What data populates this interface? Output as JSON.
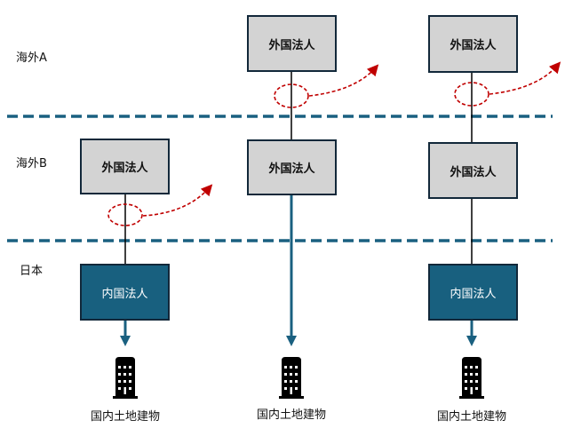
{
  "regions": {
    "overseas_a": "海外A",
    "overseas_b": "海外B",
    "japan": "日本"
  },
  "entities": {
    "col1_overseas_b": "外国法人",
    "col1_japan": "内国法人",
    "col2_overseas_a": "外国法人",
    "col2_overseas_b": "外国法人",
    "col3_overseas_a": "外国法人",
    "col3_overseas_b": "外国法人",
    "col3_japan": "内国法人"
  },
  "assets": {
    "col1": "国内土地建物",
    "col2": "国内土地建物",
    "col3": "国内土地建物"
  },
  "colors": {
    "boundary_line": "#1a6080",
    "foreign_box": "#d3d3d3",
    "domestic_box": "#18607f",
    "transfer_marker": "#c00000"
  }
}
